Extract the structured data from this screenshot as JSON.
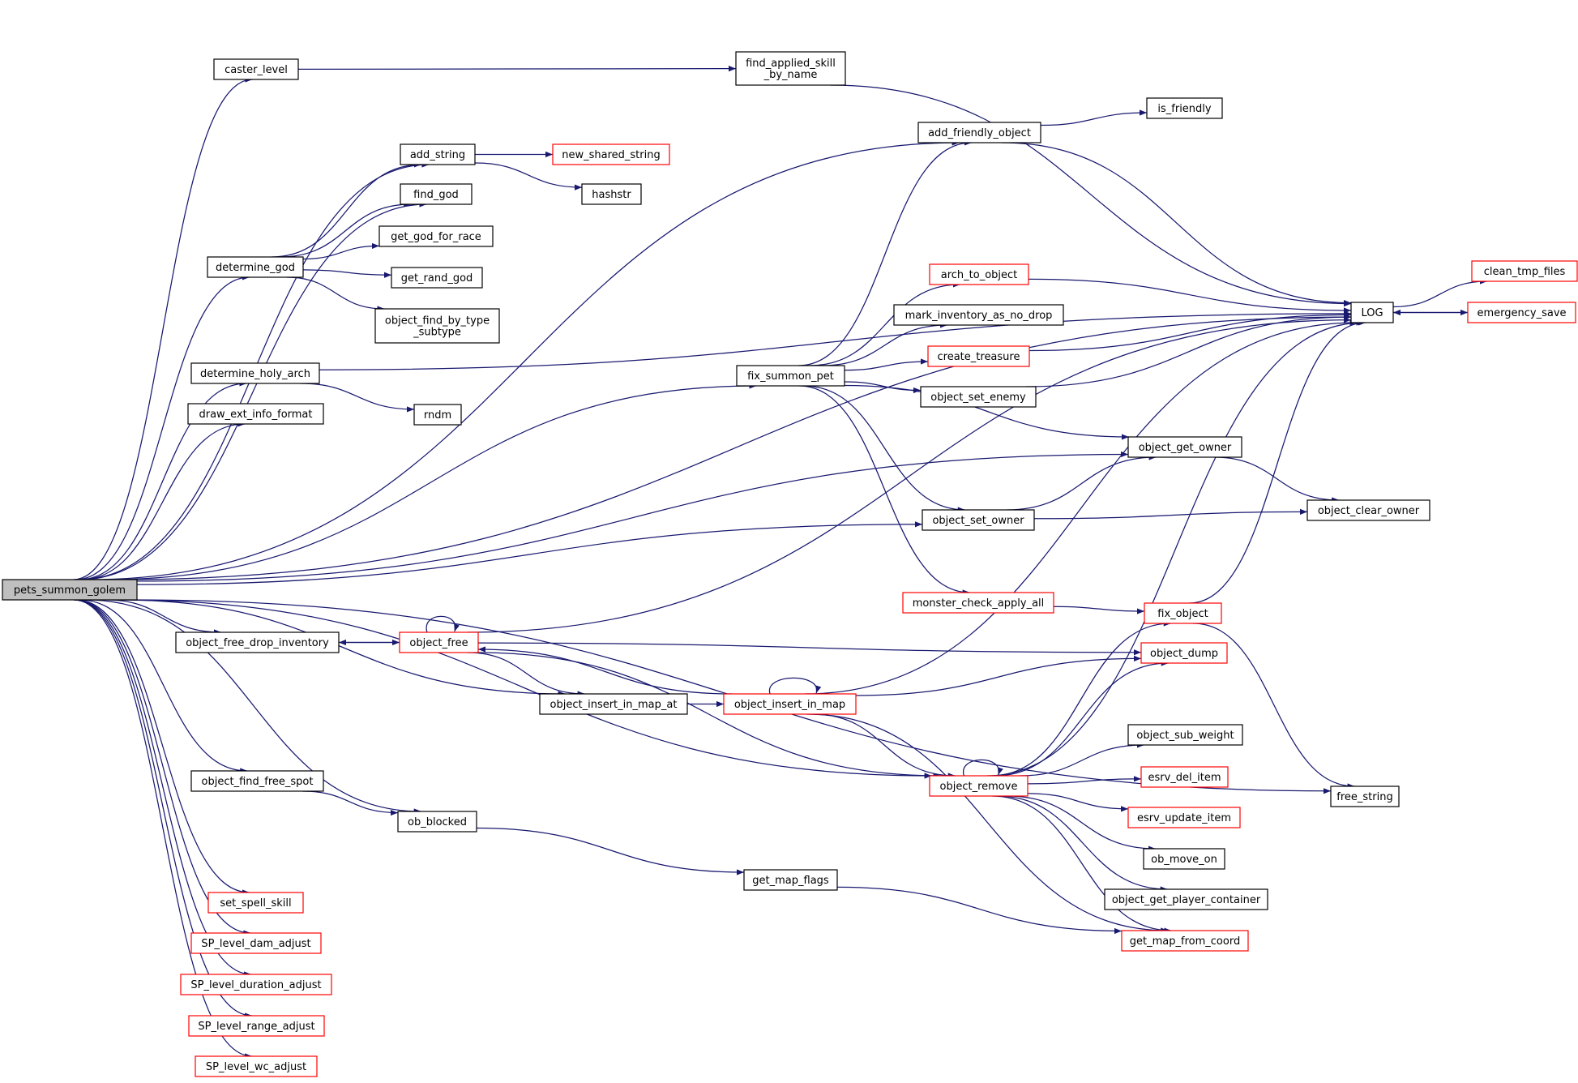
{
  "colors": {
    "edge": "#191970",
    "node_border": "#000000",
    "node_border_red": "#ff0000",
    "root_fill": "#bfbfbf",
    "node_fill": "#ffffff"
  },
  "nodes": {
    "pets_summon_golem": {
      "lines": [
        "pets_summon_golem"
      ],
      "style": "root"
    },
    "caster_level": {
      "lines": [
        "caster_level"
      ],
      "style": "black"
    },
    "find_applied_skill_by_name": {
      "lines": [
        "find_applied_skill",
        "_by_name"
      ],
      "style": "black"
    },
    "LOG": {
      "lines": [
        "LOG"
      ],
      "style": "black"
    },
    "add_friendly_object": {
      "lines": [
        "add_friendly_object"
      ],
      "style": "black"
    },
    "is_friendly": {
      "lines": [
        "is_friendly"
      ],
      "style": "black"
    },
    "add_string": {
      "lines": [
        "add_string"
      ],
      "style": "black"
    },
    "new_shared_string": {
      "lines": [
        "new_shared_string"
      ],
      "style": "red"
    },
    "hashstr": {
      "lines": [
        "hashstr"
      ],
      "style": "black"
    },
    "find_god": {
      "lines": [
        "find_god"
      ],
      "style": "black"
    },
    "determine_god": {
      "lines": [
        "determine_god"
      ],
      "style": "black"
    },
    "get_god_for_race": {
      "lines": [
        "get_god_for_race"
      ],
      "style": "black"
    },
    "get_rand_god": {
      "lines": [
        "get_rand_god"
      ],
      "style": "black"
    },
    "object_find_by_type_subtype": {
      "lines": [
        "object_find_by_type",
        "_subtype"
      ],
      "style": "black"
    },
    "determine_holy_arch": {
      "lines": [
        "determine_holy_arch"
      ],
      "style": "black"
    },
    "rndm": {
      "lines": [
        "rndm"
      ],
      "style": "black"
    },
    "draw_ext_info_format": {
      "lines": [
        "draw_ext_info_format"
      ],
      "style": "black"
    },
    "fix_summon_pet": {
      "lines": [
        "fix_summon_pet"
      ],
      "style": "black"
    },
    "arch_to_object": {
      "lines": [
        "arch_to_object"
      ],
      "style": "red"
    },
    "mark_inventory_as_no_drop": {
      "lines": [
        "mark_inventory_as_no_drop"
      ],
      "style": "black"
    },
    "create_treasure": {
      "lines": [
        "create_treasure"
      ],
      "style": "red"
    },
    "object_set_enemy": {
      "lines": [
        "object_set_enemy"
      ],
      "style": "black"
    },
    "object_get_owner": {
      "lines": [
        "object_get_owner"
      ],
      "style": "black"
    },
    "object_set_owner": {
      "lines": [
        "object_set_owner"
      ],
      "style": "black"
    },
    "object_clear_owner": {
      "lines": [
        "object_clear_owner"
      ],
      "style": "black"
    },
    "clean_tmp_files": {
      "lines": [
        "clean_tmp_files"
      ],
      "style": "red"
    },
    "emergency_save": {
      "lines": [
        "emergency_save"
      ],
      "style": "red"
    },
    "monster_check_apply_all": {
      "lines": [
        "monster_check_apply_all"
      ],
      "style": "red"
    },
    "fix_object": {
      "lines": [
        "fix_object"
      ],
      "style": "red"
    },
    "object_free_drop_inventory": {
      "lines": [
        "object_free_drop_inventory"
      ],
      "style": "black"
    },
    "object_free": {
      "lines": [
        "object_free"
      ],
      "style": "red"
    },
    "object_dump": {
      "lines": [
        "object_dump"
      ],
      "style": "red"
    },
    "object_insert_in_map_at": {
      "lines": [
        "object_insert_in_map_at"
      ],
      "style": "black"
    },
    "object_insert_in_map": {
      "lines": [
        "object_insert_in_map"
      ],
      "style": "red"
    },
    "object_sub_weight": {
      "lines": [
        "object_sub_weight"
      ],
      "style": "black"
    },
    "object_find_free_spot": {
      "lines": [
        "object_find_free_spot"
      ],
      "style": "black"
    },
    "object_remove": {
      "lines": [
        "object_remove"
      ],
      "style": "red"
    },
    "esrv_del_item": {
      "lines": [
        "esrv_del_item"
      ],
      "style": "red"
    },
    "free_string": {
      "lines": [
        "free_string"
      ],
      "style": "black"
    },
    "esrv_update_item": {
      "lines": [
        "esrv_update_item"
      ],
      "style": "red"
    },
    "ob_blocked": {
      "lines": [
        "ob_blocked"
      ],
      "style": "black"
    },
    "ob_move_on": {
      "lines": [
        "ob_move_on"
      ],
      "style": "black"
    },
    "get_map_flags": {
      "lines": [
        "get_map_flags"
      ],
      "style": "black"
    },
    "object_get_player_container": {
      "lines": [
        "object_get_player_container"
      ],
      "style": "black"
    },
    "set_spell_skill": {
      "lines": [
        "set_spell_skill"
      ],
      "style": "red"
    },
    "get_map_from_coord": {
      "lines": [
        "get_map_from_coord"
      ],
      "style": "red"
    },
    "SP_level_dam_adjust": {
      "lines": [
        "SP_level_dam_adjust"
      ],
      "style": "red"
    },
    "SP_level_duration_adjust": {
      "lines": [
        "SP_level_duration_adjust"
      ],
      "style": "red"
    },
    "SP_level_range_adjust": {
      "lines": [
        "SP_level_range_adjust"
      ],
      "style": "red"
    },
    "SP_level_wc_adjust": {
      "lines": [
        "SP_level_wc_adjust"
      ],
      "style": "red"
    }
  },
  "edges": [
    [
      "pets_summon_golem",
      "caster_level"
    ],
    [
      "pets_summon_golem",
      "LOG"
    ],
    [
      "pets_summon_golem",
      "add_friendly_object"
    ],
    [
      "pets_summon_golem",
      "add_string"
    ],
    [
      "pets_summon_golem",
      "find_god"
    ],
    [
      "pets_summon_golem",
      "determine_god"
    ],
    [
      "pets_summon_golem",
      "determine_holy_arch"
    ],
    [
      "pets_summon_golem",
      "draw_ext_info_format"
    ],
    [
      "pets_summon_golem",
      "fix_summon_pet"
    ],
    [
      "pets_summon_golem",
      "object_get_owner"
    ],
    [
      "pets_summon_golem",
      "object_set_owner"
    ],
    [
      "pets_summon_golem",
      "object_free_drop_inventory"
    ],
    [
      "pets_summon_golem",
      "object_insert_in_map_at"
    ],
    [
      "pets_summon_golem",
      "object_remove"
    ],
    [
      "pets_summon_golem",
      "object_find_free_spot"
    ],
    [
      "pets_summon_golem",
      "ob_blocked"
    ],
    [
      "pets_summon_golem",
      "free_string"
    ],
    [
      "pets_summon_golem",
      "set_spell_skill"
    ],
    [
      "pets_summon_golem",
      "SP_level_dam_adjust"
    ],
    [
      "pets_summon_golem",
      "SP_level_duration_adjust"
    ],
    [
      "pets_summon_golem",
      "SP_level_range_adjust"
    ],
    [
      "pets_summon_golem",
      "SP_level_wc_adjust"
    ],
    [
      "caster_level",
      "find_applied_skill_by_name"
    ],
    [
      "find_applied_skill_by_name",
      "LOG"
    ],
    [
      "add_friendly_object",
      "is_friendly"
    ],
    [
      "add_friendly_object",
      "LOG"
    ],
    [
      "add_string",
      "new_shared_string"
    ],
    [
      "add_string",
      "hashstr"
    ],
    [
      "determine_god",
      "add_string"
    ],
    [
      "determine_god",
      "find_god"
    ],
    [
      "determine_god",
      "get_god_for_race"
    ],
    [
      "determine_god",
      "get_rand_god"
    ],
    [
      "determine_god",
      "object_find_by_type_subtype"
    ],
    [
      "determine_holy_arch",
      "LOG"
    ],
    [
      "determine_holy_arch",
      "rndm"
    ],
    [
      "fix_summon_pet",
      "add_friendly_object"
    ],
    [
      "fix_summon_pet",
      "arch_to_object"
    ],
    [
      "fix_summon_pet",
      "mark_inventory_as_no_drop"
    ],
    [
      "fix_summon_pet",
      "create_treasure"
    ],
    [
      "fix_summon_pet",
      "object_set_enemy"
    ],
    [
      "fix_summon_pet",
      "object_get_owner"
    ],
    [
      "fix_summon_pet",
      "object_set_owner"
    ],
    [
      "fix_summon_pet",
      "monster_check_apply_all"
    ],
    [
      "arch_to_object",
      "LOG"
    ],
    [
      "create_treasure",
      "LOG"
    ],
    [
      "object_set_enemy",
      "LOG"
    ],
    [
      "object_get_owner",
      "object_clear_owner"
    ],
    [
      "object_set_owner",
      "object_get_owner"
    ],
    [
      "object_set_owner",
      "object_clear_owner"
    ],
    [
      "LOG",
      "clean_tmp_files"
    ],
    [
      "LOG",
      "emergency_save"
    ],
    [
      "emergency_save",
      "LOG"
    ],
    [
      "monster_check_apply_all",
      "fix_object"
    ],
    [
      "fix_object",
      "LOG"
    ],
    [
      "fix_object",
      "free_string"
    ],
    [
      "object_free_drop_inventory",
      "object_free"
    ],
    [
      "object_free",
      "object_free"
    ],
    [
      "object_free",
      "object_free_drop_inventory"
    ],
    [
      "object_free",
      "LOG"
    ],
    [
      "object_free",
      "object_dump"
    ],
    [
      "object_free",
      "object_insert_in_map_at"
    ],
    [
      "object_free",
      "object_remove"
    ],
    [
      "object_insert_in_map_at",
      "object_insert_in_map"
    ],
    [
      "object_insert_in_map",
      "object_insert_in_map"
    ],
    [
      "object_insert_in_map",
      "object_free"
    ],
    [
      "object_insert_in_map",
      "LOG"
    ],
    [
      "object_insert_in_map",
      "object_dump"
    ],
    [
      "object_insert_in_map",
      "object_remove"
    ],
    [
      "object_insert_in_map",
      "get_map_from_coord"
    ],
    [
      "object_remove",
      "object_remove"
    ],
    [
      "object_remove",
      "fix_object"
    ],
    [
      "object_remove",
      "object_dump"
    ],
    [
      "object_remove",
      "LOG"
    ],
    [
      "object_remove",
      "object_sub_weight"
    ],
    [
      "object_remove",
      "esrv_del_item"
    ],
    [
      "object_remove",
      "esrv_update_item"
    ],
    [
      "object_remove",
      "ob_move_on"
    ],
    [
      "object_remove",
      "object_get_player_container"
    ],
    [
      "object_remove",
      "get_map_from_coord"
    ],
    [
      "object_find_free_spot",
      "ob_blocked"
    ],
    [
      "ob_blocked",
      "get_map_flags"
    ],
    [
      "get_map_flags",
      "get_map_from_coord"
    ]
  ]
}
